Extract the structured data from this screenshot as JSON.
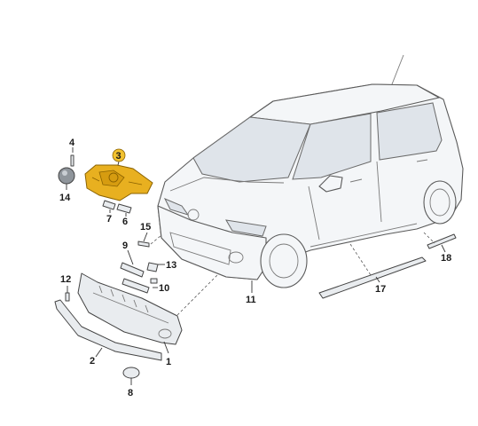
{
  "callouts": [
    {
      "id": "c1",
      "label": "1"
    },
    {
      "id": "c2",
      "label": "2"
    },
    {
      "id": "c3",
      "label": "3",
      "highlight": true
    },
    {
      "id": "c4",
      "label": "4"
    },
    {
      "id": "c6",
      "label": "6"
    },
    {
      "id": "c7",
      "label": "7"
    },
    {
      "id": "c8",
      "label": "8"
    },
    {
      "id": "c9",
      "label": "9"
    },
    {
      "id": "c10",
      "label": "10"
    },
    {
      "id": "c11",
      "label": "11"
    },
    {
      "id": "c12",
      "label": "12"
    },
    {
      "id": "c13",
      "label": "13"
    },
    {
      "id": "c14",
      "label": "14"
    },
    {
      "id": "c15",
      "label": "15"
    },
    {
      "id": "c17",
      "label": "17"
    },
    {
      "id": "c18",
      "label": "18"
    }
  ],
  "colors": {
    "highlight_part": "#e8b020",
    "highlight_badge": "#f2c230",
    "outline": "#5a5a5a"
  }
}
